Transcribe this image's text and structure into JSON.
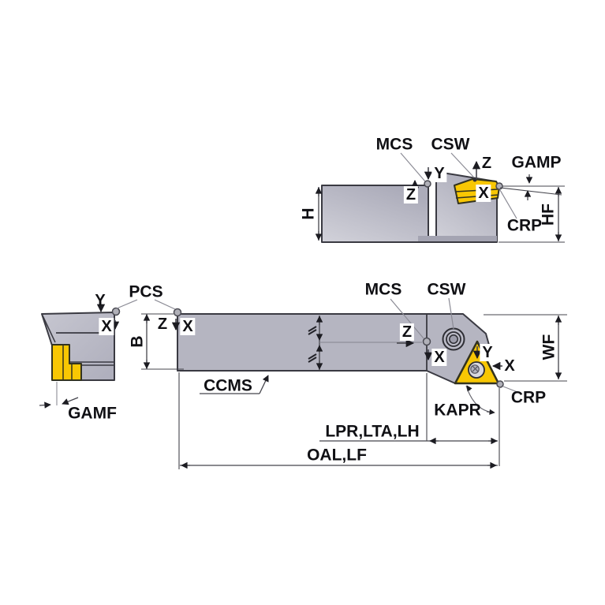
{
  "diagram": {
    "description": "Lathe tool holder dimensional drawing with three orthographic views",
    "side_view": {
      "mcs": "MCS",
      "csw": "CSW",
      "gamp": "GAMP",
      "crp": "CRP",
      "hf": "HF",
      "h": "H",
      "axis_y": "Y",
      "axis_z": "Z",
      "axis_z_body": "Z",
      "axis_x": "X"
    },
    "end_view": {
      "pcs": "PCS",
      "gamf": "GAMF",
      "axis_y": "Y",
      "axis_x": "X"
    },
    "top_view": {
      "mcs": "MCS",
      "csw": "CSW",
      "ccms": "CCMS",
      "kapr": "KAPR",
      "crp": "CRP",
      "b": "B",
      "wf": "WF",
      "lpr_lta_lh": "LPR,LTA,LH",
      "oal_lf": "OAL,LF",
      "axis_z_pcs": "Z",
      "axis_x_pcs": "X",
      "axis_z_mcs": "Z",
      "axis_x_mcs": "X",
      "axis_y_tip": "Y",
      "axis_x_tip": "X"
    },
    "colors": {
      "body_gray": "#b5b5c1",
      "insert_yellow": "#f8c703",
      "outline": "#3a3a42"
    }
  }
}
